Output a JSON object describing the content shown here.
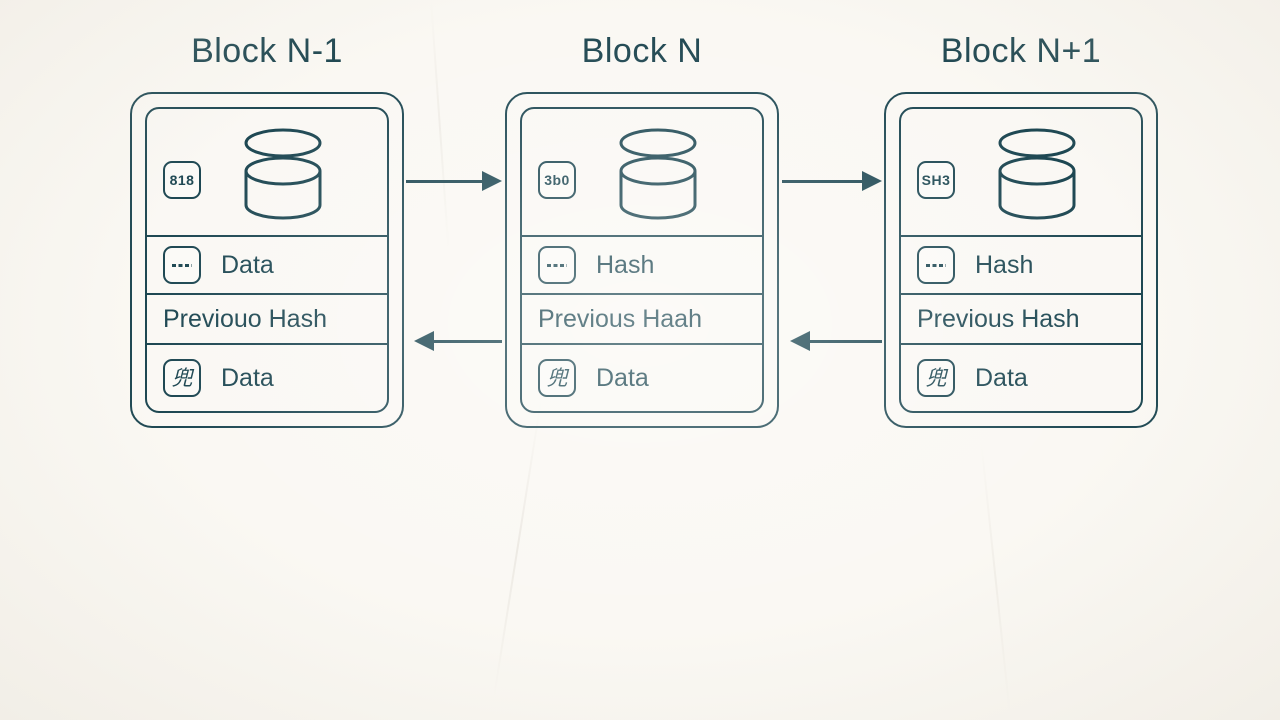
{
  "canvas": {
    "background_color": "#faf8f3",
    "stroke_color": "#1d4752",
    "text_color": "#1e4650"
  },
  "diagram": {
    "type": "blockchain-chain-diagram",
    "blocks": [
      {
        "title": "Block N-1",
        "badge": "818",
        "db_icon": "database-cylinder-icon",
        "rows": [
          {
            "icon": "dashed-lines-icon",
            "label": "Data"
          },
          {
            "icon": null,
            "label": "Previouo Hash"
          },
          {
            "icon": "seal-glyph-icon",
            "label": "Data"
          }
        ]
      },
      {
        "title": "Block N",
        "badge": "3b0",
        "db_icon": "database-cylinder-icon",
        "rows": [
          {
            "icon": "dashed-lines-icon",
            "label": "Hash"
          },
          {
            "icon": null,
            "label": "Previous Haah"
          },
          {
            "icon": "seal-glyph-icon",
            "label": "Data"
          }
        ]
      },
      {
        "title": "Block N+1",
        "badge": "SH3",
        "db_icon": "database-cylinder-icon",
        "rows": [
          {
            "icon": "dashed-lines-icon",
            "label": "Hash"
          },
          {
            "icon": null,
            "label": "Previous Hash"
          },
          {
            "icon": "seal-glyph-icon",
            "label": "Data"
          }
        ]
      }
    ],
    "connectors": [
      {
        "name": "arrow-forward-1",
        "direction": "right",
        "from": "Block N-1",
        "to": "Block N"
      },
      {
        "name": "arrow-forward-2",
        "direction": "right",
        "from": "Block N",
        "to": "Block N+1"
      },
      {
        "name": "arrow-back-1",
        "direction": "left",
        "from": "Block N",
        "to": "Block N-1"
      },
      {
        "name": "arrow-back-2",
        "direction": "left",
        "from": "Block N+1",
        "to": "Block N"
      }
    ]
  },
  "glyphs": {
    "seal": "兜"
  }
}
